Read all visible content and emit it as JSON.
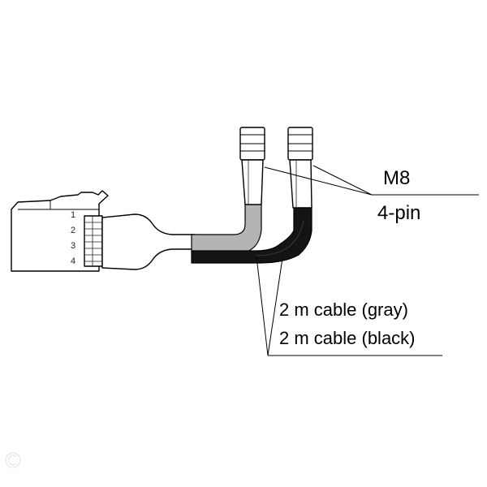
{
  "diagram": {
    "connector_label": {
      "line1": "M8",
      "line2": "4-pin"
    },
    "cable_labels": {
      "gray": "2 m cable (gray)",
      "black": "2 m cable (black)"
    },
    "pin_numbers": [
      "1",
      "2",
      "3",
      "4"
    ],
    "colors": {
      "gray_cable": "#b4b4b4",
      "black_cable": "#141414",
      "line": "#000000",
      "background": "#ffffff"
    },
    "watermark_icon": "circle-c-icon"
  }
}
